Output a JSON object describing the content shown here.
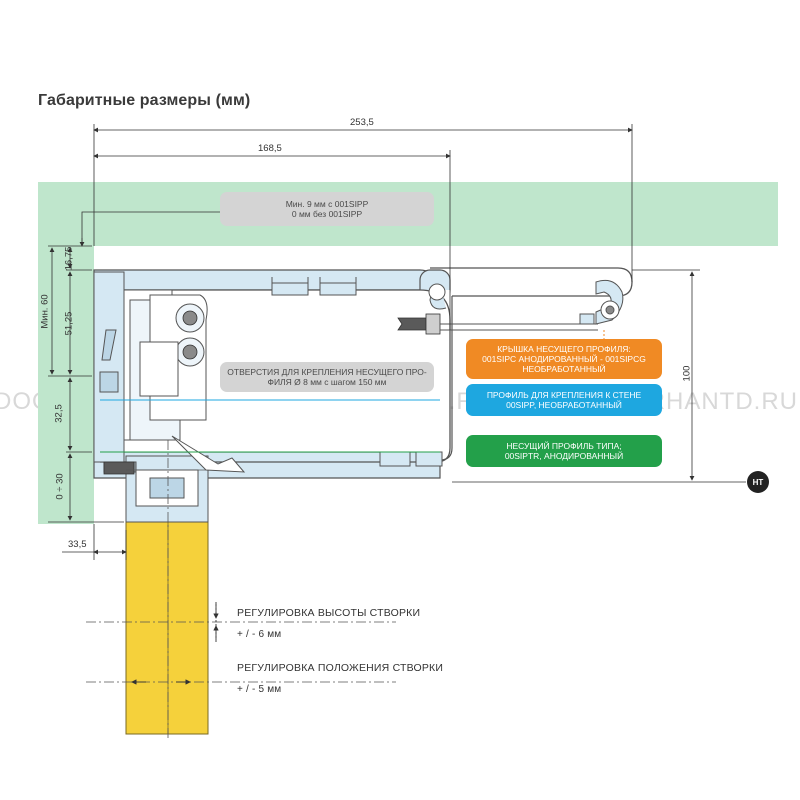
{
  "title": "Габаритные размеры (мм)",
  "watermark": [
    "DOORHAN.TD.RU",
    "DOORHANTD.RU",
    "DOORHANTD.RU"
  ],
  "dimensions": {
    "overall_width": "253,5",
    "inner_width": "168,5",
    "height_total": "100",
    "min_60": "Мин. 60",
    "d_16_75": "16,75",
    "d_51_25": "51,25",
    "d_32_5": "32,5",
    "d_0_30": "0 ÷ 30",
    "d_33_5": "33,5"
  },
  "labels": {
    "min_9mm": "Мин. 9 мм с 001SIPP\n0 мм без 001SIPP",
    "holes": "ОТВЕРСТИЯ ДЛЯ КРЕПЛЕНИЯ НЕСУЩЕГО ПРО-\nФИЛЯ Ø 8 мм с шагом 150 мм",
    "cover": "КРЫШКА НЕСУЩЕГО ПРОФИЛЯ:\n001SIPC АНОДИРОВАННЫЙ - 001SIPCG\nНЕОБРАБОТАННЫЙ",
    "wall_profile": "ПРОФИЛЬ ДЛЯ КРЕПЛЕНИЯ К СТЕНЕ\n00SIPP, НЕОБРАБОТАННЫЙ",
    "carrier": "НЕСУЩИЙ ПРОФИЛЬ ТИПА;\n00SIPTR, АНОДИРОВАННЫЙ",
    "badge": "HT"
  },
  "adjustments": {
    "height_title": "РЕГУЛИРОВКА ВЫСОТЫ СТВОРКИ",
    "height_value": "+ / - 6 мм",
    "position_title": "РЕГУЛИРОВКА ПОЛОЖЕНИЯ СТВОРКИ",
    "position_value": "+ / - 5 мм"
  },
  "colors": {
    "wall_green": "#bfe6cc",
    "profile_blue": "#d5e8f3",
    "panel_yellow": "#f5d13b",
    "orange": "#f08a24",
    "cyan": "#1ea7e0",
    "green": "#23a04a"
  }
}
